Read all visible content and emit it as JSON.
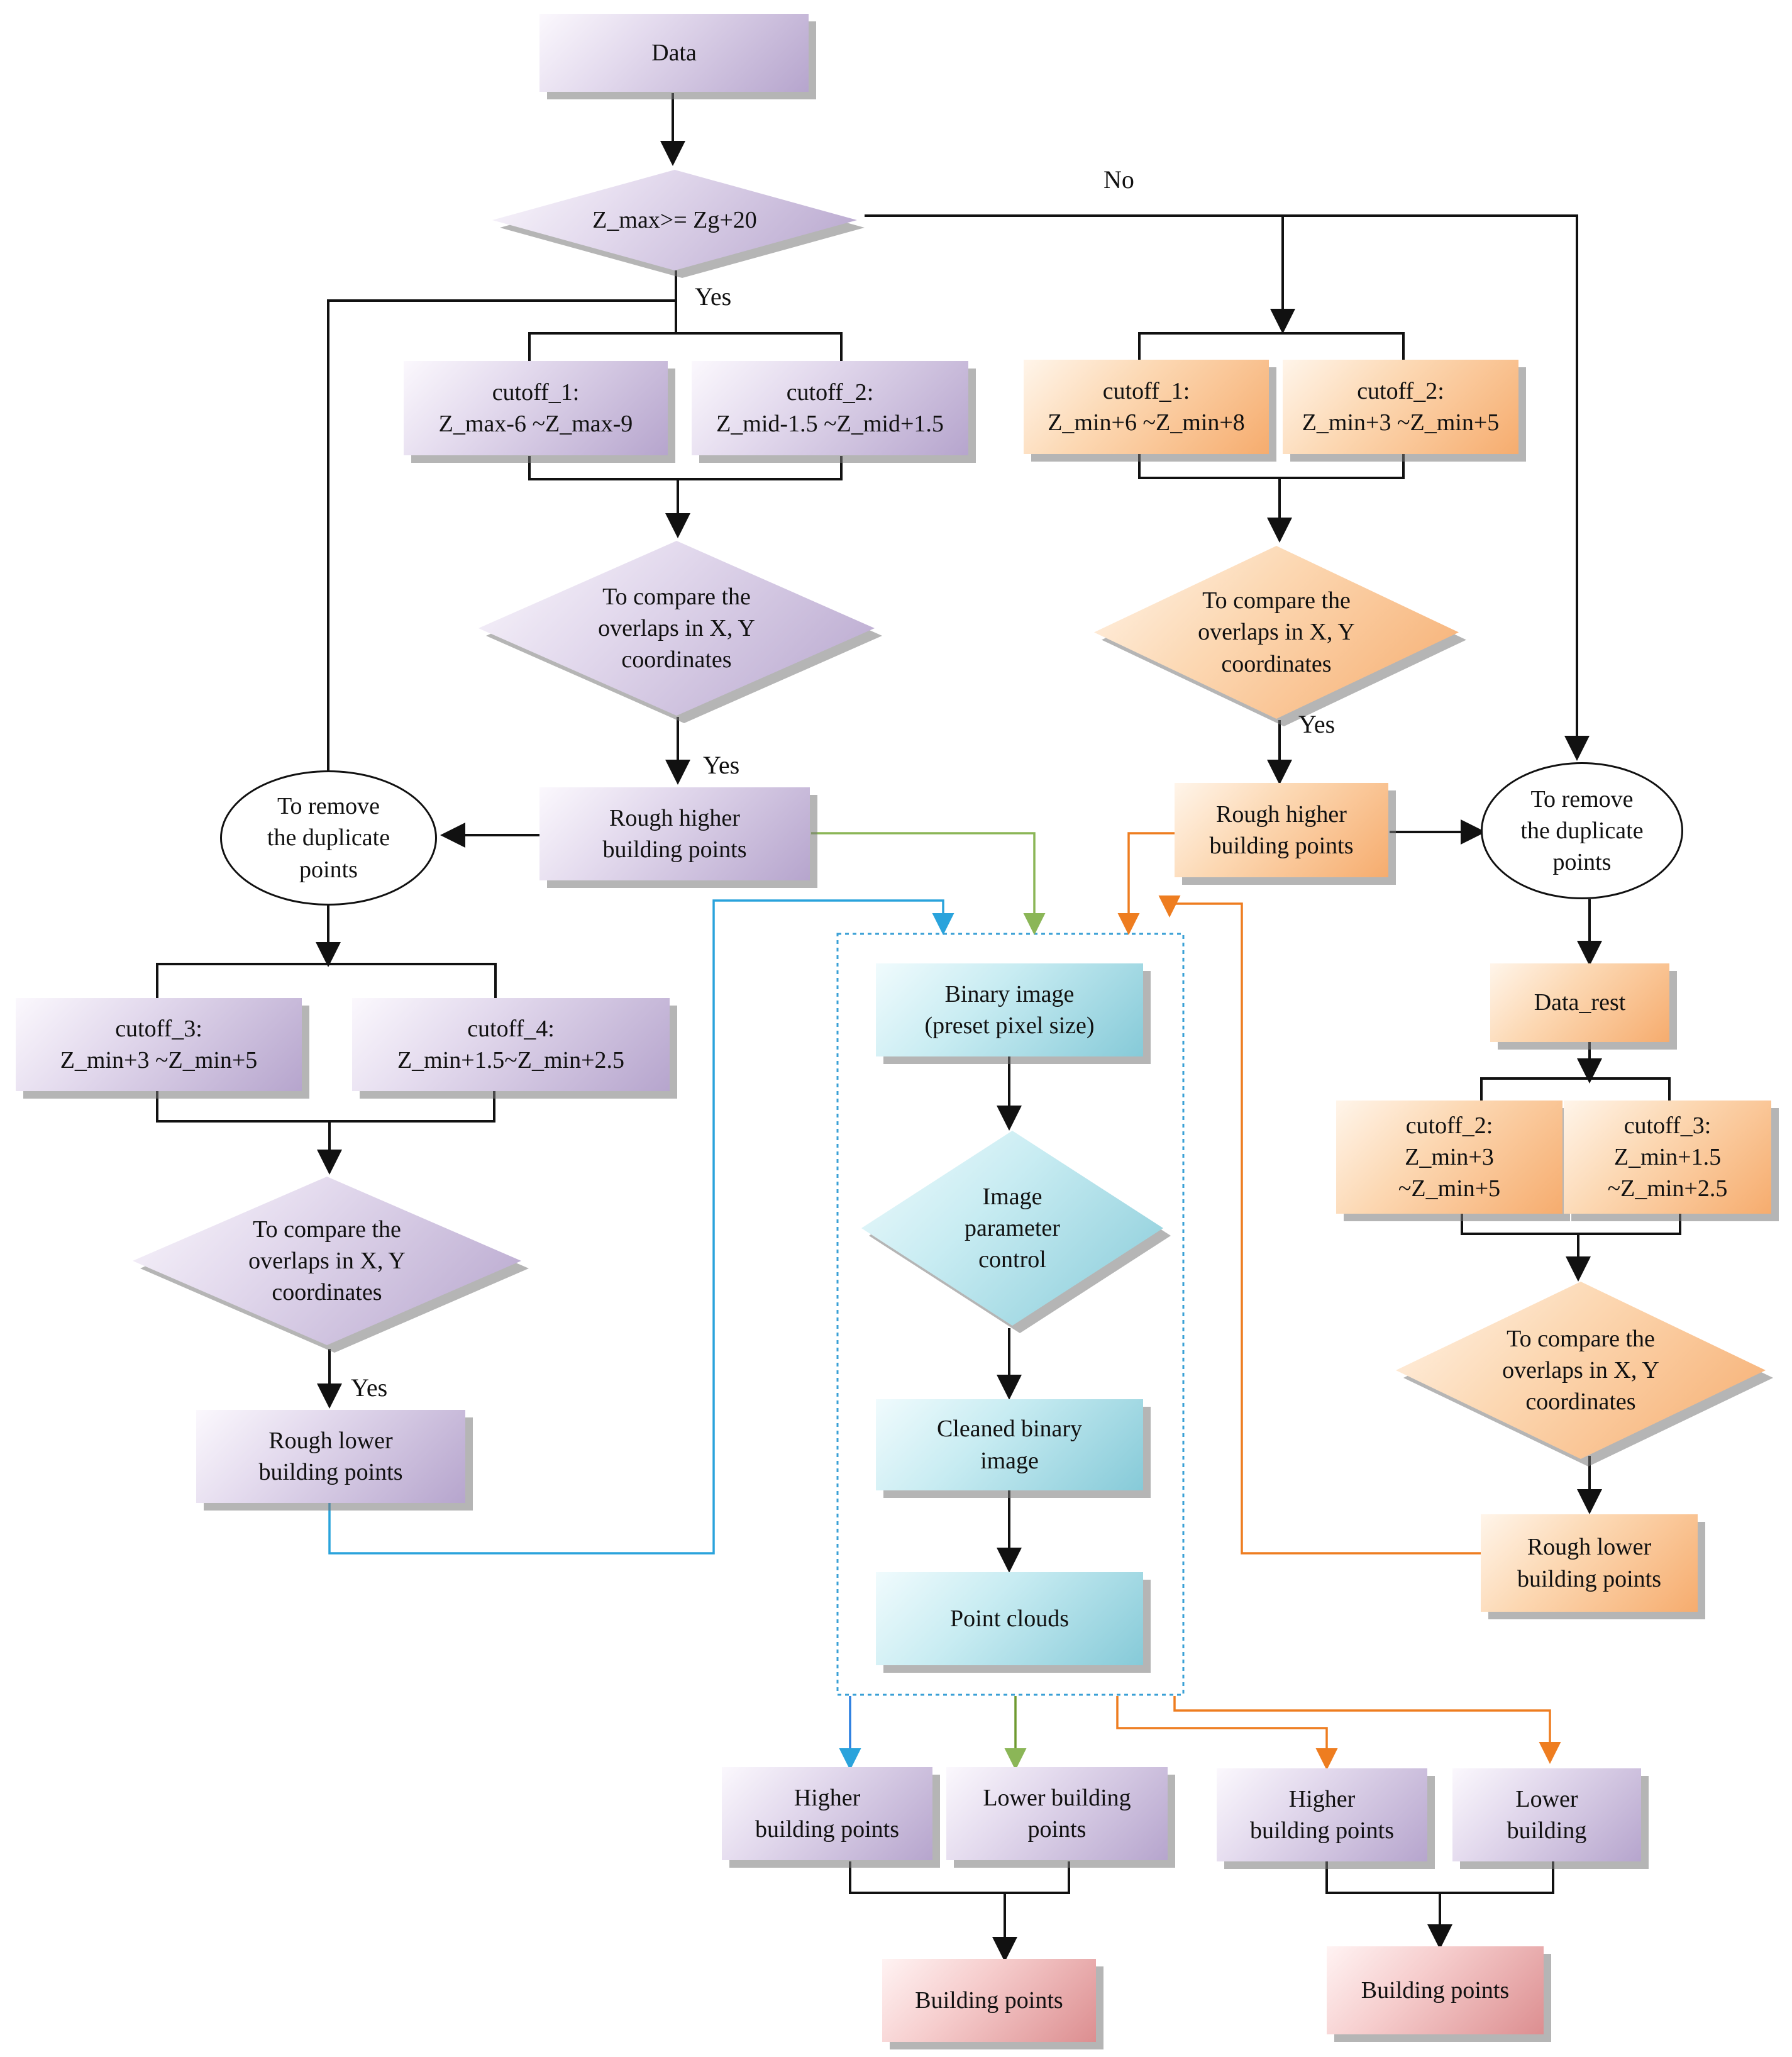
{
  "nodes": {
    "data": "Data",
    "decision": "Z_max>= Zg+20",
    "p_cut1": "cutoff_1:\nZ_max-6 ~Z_max-9",
    "p_cut2": "cutoff_2:\nZ_mid-1.5 ~Z_mid+1.5",
    "p_cmp1": "To compare the\noverlaps in X, Y\ncoordinates",
    "p_rough_high": "Rough higher\nbuilding points",
    "p_remove": "To remove\nthe duplicate\npoints",
    "p_cut3": "cutoff_3:\nZ_min+3 ~Z_min+5",
    "p_cut4": "cutoff_4:\nZ_min+1.5~Z_min+2.5",
    "p_cmp2": "To compare the\noverlaps in X, Y\ncoordinates",
    "p_rough_low": "Rough lower\nbuilding points",
    "o_cut1": "cutoff_1:\nZ_min+6 ~Z_min+8",
    "o_cut2": "cutoff_2:\nZ_min+3 ~Z_min+5",
    "o_cmp1": "To compare the\noverlaps in X, Y\ncoordinates",
    "o_rough_high": "Rough higher\nbuilding points",
    "o_remove": "To remove\nthe duplicate\npoints",
    "o_rest": "Data_rest",
    "o_cut2b": "cutoff_2:\nZ_min+3\n~Z_min+5",
    "o_cut3": "cutoff_3:\nZ_min+1.5\n~Z_min+2.5",
    "o_cmp2": "To compare the\noverlaps in X, Y\ncoordinates",
    "o_rough_low": "Rough lower\nbuilding points",
    "c_binary": "Binary image\n(preset pixel size)",
    "c_param": "Image\nparameter\ncontrol",
    "c_cleaned": "Cleaned binary\nimage",
    "c_cloud": "Point clouds",
    "out_p_high": "Higher\nbuilding points",
    "out_p_low": "Lower building\npoints",
    "out_o_high": "Higher\nbuilding points",
    "out_o_low": "Lower\nbuilding",
    "bp_left": "Building points",
    "bp_right": "Building points"
  },
  "labels": {
    "no": "No",
    "yes1": "Yes",
    "yes2": "Yes",
    "yes3": "Yes",
    "yes4": "Yes"
  },
  "colors": {
    "line": "#111111",
    "blue_arrow": "#2aa3dc",
    "green_arrow": "#8bb657",
    "orange_arrow": "#ee7d20",
    "dotted_border": "#3aa0d6"
  }
}
